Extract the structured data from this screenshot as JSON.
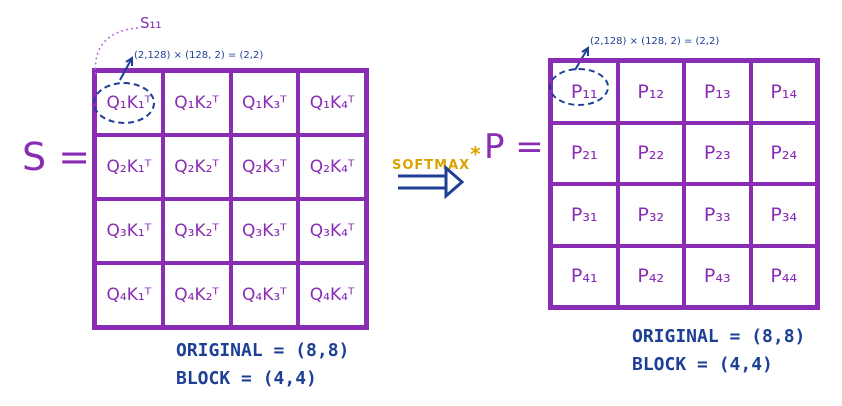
{
  "left_matrix": {
    "label": "S =",
    "top_label": "S₁₁",
    "annotation": "(2,128) × (128, 2) = (2,2)",
    "cells": [
      [
        "Q₁K₁ᵀ",
        "Q₁K₂ᵀ",
        "Q₁K₃ᵀ",
        "Q₁K₄ᵀ"
      ],
      [
        "Q₂K₁ᵀ",
        "Q₂K₂ᵀ",
        "Q₂K₃ᵀ",
        "Q₂K₄ᵀ"
      ],
      [
        "Q₃K₁ᵀ",
        "Q₃K₂ᵀ",
        "Q₃K₃ᵀ",
        "Q₃K₄ᵀ"
      ],
      [
        "Q₄K₁ᵀ",
        "Q₄K₂ᵀ",
        "Q₄K₃ᵀ",
        "Q₄K₄ᵀ"
      ]
    ],
    "original": "ORIGINAL = (8,8)",
    "block": "BLOCK    = (4,4)"
  },
  "arrow": {
    "label": "SOFTMAX",
    "asterisk": "*"
  },
  "right_matrix": {
    "label": "P =",
    "annotation": "(2,128) × (128, 2) = (2,2)",
    "cells": [
      [
        "P₁₁",
        "P₁₂",
        "P₁₃",
        "P₁₄"
      ],
      [
        "P₂₁",
        "P₂₂",
        "P₂₃",
        "P₂₄"
      ],
      [
        "P₃₁",
        "P₃₂",
        "P₃₃",
        "P₃₄"
      ],
      [
        "P₄₁",
        "P₄₂",
        "P₄₃",
        "P₄₄"
      ]
    ],
    "original": "ORIGINAL = (8,8)",
    "block": "BLOCK    = (4,4)"
  },
  "colors": {
    "matrix": "#8a2db5",
    "annotation": "#1e3f96",
    "softmax": "#d9a400"
  }
}
